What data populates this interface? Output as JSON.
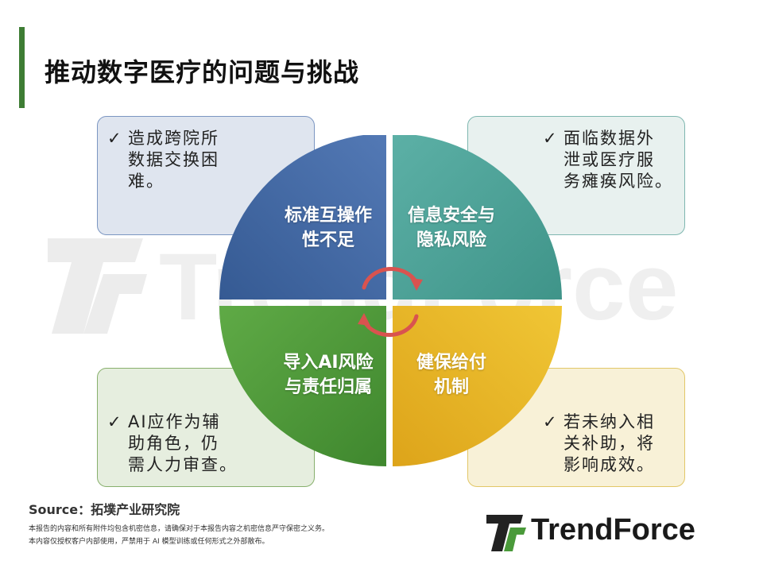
{
  "page": {
    "title": "推动数字医疗的问题与挑战"
  },
  "watermark": {
    "text": "TrendForce"
  },
  "quadrants": {
    "top_left": {
      "lines": [
        "标准互操作",
        "性不足"
      ],
      "color": "#3f67a3"
    },
    "top_right": {
      "lines": [
        "信息安全与",
        "隐私风险"
      ],
      "color": "#4fa59c"
    },
    "bottom_left": {
      "lines": [
        "导入AI风险",
        "与责任归属"
      ],
      "color": "#4f9a3a"
    },
    "bottom_right": {
      "lines": [
        "健保给付",
        "机制"
      ],
      "color": "#e8b622"
    }
  },
  "boxes": {
    "top_left": {
      "check": "✓",
      "lines": [
        "造成跨院所",
        "数据交换困",
        "难。"
      ]
    },
    "top_right": {
      "check": "✓",
      "lines": [
        "面临数据外",
        "泄或医疗服",
        "务瘫痪风险。"
      ]
    },
    "bottom_left": {
      "check": "✓",
      "lines": [
        "AI应作为辅",
        "助角色，仍",
        "需人力审查。"
      ]
    },
    "bottom_right": {
      "check": "✓",
      "lines": [
        "若未纳入相",
        "关补助，将",
        "影响成效。"
      ]
    }
  },
  "footer": {
    "source": "Source：拓墣产业研究院",
    "disclaimer_1": "本报告的内容和所有附件均包含机密信息，请确保对于本报告内容之机密信息严守保密之义务。",
    "disclaimer_2": "本内容仅授权客户内部使用，严禁用于 AI 模型训练或任何形式之外部散布。",
    "logo_text": "TrendForce"
  },
  "colors": {
    "accent": "#3e7d34",
    "arrow": "#d9534f"
  }
}
